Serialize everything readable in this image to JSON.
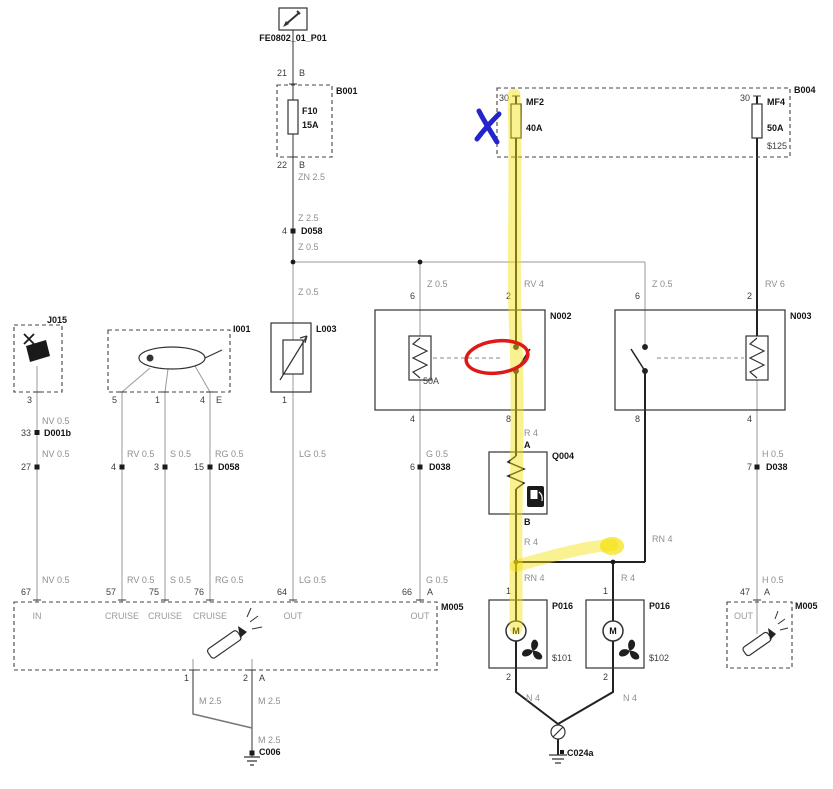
{
  "colors": {
    "highlight": "#f3e10a",
    "annotation_x": "#2424cc",
    "annotation_circle": "#e01818"
  },
  "header": {
    "ref": "FE0802_01_P01"
  },
  "wire_labels": {
    "zn25": "ZN 2.5",
    "z25": "Z 2.5",
    "z05": "Z 0.5",
    "rv4": "RV 4",
    "rv6": "RV 6",
    "r4": "R 4",
    "rn4": "RN 4",
    "n4": "N 4",
    "m25": "M 2.5",
    "nv05": "NV 0.5",
    "rv05": "RV 0.5",
    "s05": "S 0.5",
    "rg05": "RG 0.5",
    "lg05": "LG 0.5",
    "g05": "G 0.5",
    "h05": "H 0.5"
  },
  "b001": {
    "ref": "B001",
    "pin_top": "21",
    "conn_top": "B",
    "fuse": "F10",
    "rating": "15A",
    "pin_bottom": "22",
    "conn_bottom": "B"
  },
  "b004": {
    "ref": "B004",
    "splice": "$125",
    "mf2": {
      "pin": "30",
      "name": "MF2",
      "rating": "40A"
    },
    "mf4": {
      "pin": "30",
      "name": "MF4",
      "rating": "50A"
    }
  },
  "n002": {
    "ref": "N002",
    "rating": "50A",
    "pin_coil_top": "6",
    "pin_in": "2",
    "pin_coil_bottom": "4",
    "pin_out": "8"
  },
  "n003": {
    "ref": "N003",
    "pin_coil_top": "6",
    "pin_in": "2",
    "pin_out": "8",
    "pin_coil_bottom": "4"
  },
  "j015": {
    "ref": "J015",
    "pin": "3"
  },
  "i001": {
    "ref": "I001",
    "pin_a": "5",
    "pin_b": "1",
    "pin_c": "4",
    "conn_c": "E"
  },
  "l003": {
    "ref": "L003",
    "pin": "1"
  },
  "q004": {
    "ref": "Q004",
    "pin_top": "A",
    "pin_bottom": "B"
  },
  "p016_left": {
    "ref": "P016",
    "pin_top": "1",
    "pin_bottom": "2",
    "splice": "$101",
    "motor": "M"
  },
  "p016_right": {
    "ref": "P016",
    "pin_top": "1",
    "pin_bottom": "2",
    "splice": "$102",
    "motor": "M"
  },
  "m005_left": {
    "ref": "M005",
    "ports": {
      "in": "IN",
      "cruise": "CRUISE",
      "out": "OUT"
    },
    "pins": {
      "p67": "67",
      "p57": "57",
      "p75": "75",
      "p76": "76",
      "p64": "64",
      "p66": "66",
      "p66_conn": "A"
    },
    "pin_b1": "1",
    "pin_b2": "2",
    "conn_b2": "A"
  },
  "m005_right": {
    "ref": "M005",
    "port": "OUT",
    "pin": "47",
    "conn": "A"
  },
  "connectors": {
    "d058_top": {
      "pin": "4",
      "name": "D058"
    },
    "d001b": {
      "pin": "33",
      "name": "D001b"
    },
    "row27": "27",
    "row4": "4",
    "row3": "3",
    "d058_row": {
      "pin": "15",
      "name": "D058"
    },
    "d038_left": {
      "pin": "6",
      "name": "D038"
    },
    "d038_right": {
      "pin": "7",
      "name": "D038"
    },
    "c006": "C006",
    "c024a": "C024a"
  },
  "icons": {
    "pencil": "pencil-icon",
    "fuse": "fuse-icon",
    "relay_coil": "coil-icon",
    "relay_contact": "contact-icon",
    "pump": "fuel-pump-icon",
    "motor": "motor-icon",
    "fan": "fan-icon",
    "nozzle": "nozzle-icon",
    "stalk": "stalk-icon",
    "ground": "ground-icon",
    "splice": "splice-icon"
  }
}
